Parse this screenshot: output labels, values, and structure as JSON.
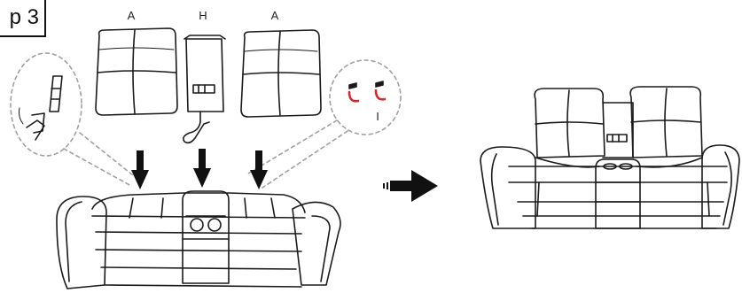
{
  "step": {
    "label": "p 3"
  },
  "parts": {
    "left_back_label": "A",
    "center_back_label": "H",
    "right_back_label": "A",
    "clip_label": "I"
  },
  "colors": {
    "line": "#1a1a1a",
    "clip_accent": "#d9262c",
    "dashed": "#a0a0a0"
  },
  "icons": [
    "down-arrow-icon",
    "right-arrow-icon"
  ]
}
